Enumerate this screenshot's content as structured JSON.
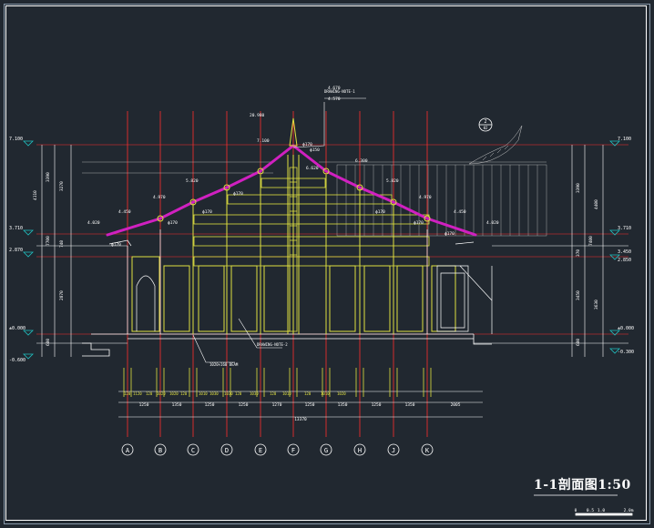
{
  "drawing": {
    "title": "1-1剖面图1:50",
    "scale_labels": [
      "0",
      "0.5",
      "1.0",
      "2.0m"
    ]
  },
  "levels_left": [
    "7.100",
    "3.710",
    "2.870",
    "±0.000",
    "-0.600"
  ],
  "levels_right": [
    "7.100",
    "3.710",
    "3.450",
    "2.850",
    "±0.000",
    "-0.300"
  ],
  "elevations_top": [
    "20.980",
    "7.100",
    "6.620",
    "6.300",
    "5.820",
    "5.820",
    "4.970",
    "4.970",
    "4.450",
    "4.450",
    "4.020",
    "4.020"
  ],
  "top_labels": [
    "4.670",
    "4.570"
  ],
  "left_dims": [
    "3390",
    "2870",
    "7700",
    "3270",
    "740",
    "600",
    "4110"
  ],
  "right_dims": [
    "3390",
    "4400",
    "600",
    "370",
    "3450",
    "3630",
    "7400"
  ],
  "callouts": [
    "ф170",
    "ф170",
    "ф170",
    "ф170",
    "ф170",
    "ф170",
    "ф170",
    "ф170",
    "ф150"
  ],
  "notes": [
    "DRAWING-NOTE-1",
    "1020×160 BEAM",
    "DRAWING-NOTE-2"
  ],
  "bottom_dims_top": [
    "120",
    "1120",
    "120",
    "1020",
    "1020",
    "120",
    "1010",
    "1030",
    "1030",
    "120",
    "1030",
    "120",
    "1010",
    "120",
    "1010",
    "1020"
  ],
  "bottom_dims_mid": [
    "1250",
    "1350",
    "1250",
    "1250",
    "1270",
    "1250",
    "1350",
    "1250",
    "1350",
    "2005"
  ],
  "bottom_dims_total": "13370",
  "axes": [
    "A",
    "B",
    "C",
    "D",
    "E",
    "F",
    "G",
    "H",
    "J",
    "K"
  ],
  "detail_mark": [
    "2",
    "02"
  ],
  "colors": {
    "background": "#212830",
    "axis": "#ff2d2d",
    "roof": "#d020c0",
    "frame": "#e0e040",
    "wall": "#ffffff",
    "level": "#20c0c0"
  }
}
